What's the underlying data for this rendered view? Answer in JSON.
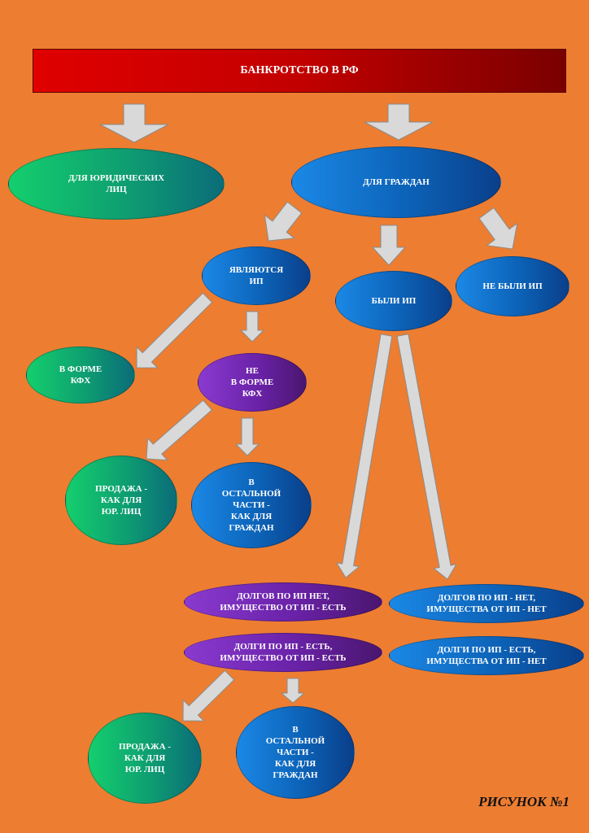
{
  "title": "БАНКРОТСТВО В РФ",
  "caption": "РИСУНОК №1",
  "colors": {
    "background": "#ed7d31",
    "title_bar": "#c00000",
    "arrow_fill": "#d9d9d9",
    "green_node": "#0e9d71",
    "blue_node": "#0c63b8",
    "purple_node": "#6a22a8"
  },
  "nodes": {
    "legal_entities": "ДЛЯ ЮРИДИЧЕСКИХ\nЛИЦ",
    "citizens": "ДЛЯ ГРАЖДАН",
    "are_ie": "ЯВЛЯЮТСЯ\nИП",
    "were_ie": "БЫЛИ ИП",
    "were_not_ie": "НЕ БЫЛИ ИП",
    "kfh": "В ФОРМЕ\nКФХ",
    "not_kfh": "НЕ\nВ ФОРМЕ\nКФХ",
    "sale_1": "ПРОДАЖА -\nКАК ДЛЯ\nЮР. ЛИЦ",
    "rest_1": "В\nОСТАЛЬНОЙ\nЧАСТИ -\nКАК ДЛЯ\nГРАЖДАН",
    "no_debts_has_property": "ДОЛГОВ ПО ИП НЕТ,\nИМУЩЕСТВО ОТ ИП - ЕСТЬ",
    "debts_has_property": "ДОЛГИ ПО ИП - ЕСТЬ,\nИМУЩЕСТВО ОТ ИП - ЕСТЬ",
    "no_debts_no_property": "ДОЛГОВ ПО ИП - НЕТ,\nИМУЩЕСТВА ОТ ИП - НЕТ",
    "debts_no_property": "ДОЛГИ ПО ИП - ЕСТЬ,\nИМУЩЕСТВА ОТ ИП - НЕТ",
    "sale_2": "ПРОДАЖА -\nКАК ДЛЯ\nЮР. ЛИЦ",
    "rest_2": "В\nОСТАЛЬНОЙ\nЧАСТИ -\nКАК ДЛЯ\nГРАЖДАН"
  }
}
